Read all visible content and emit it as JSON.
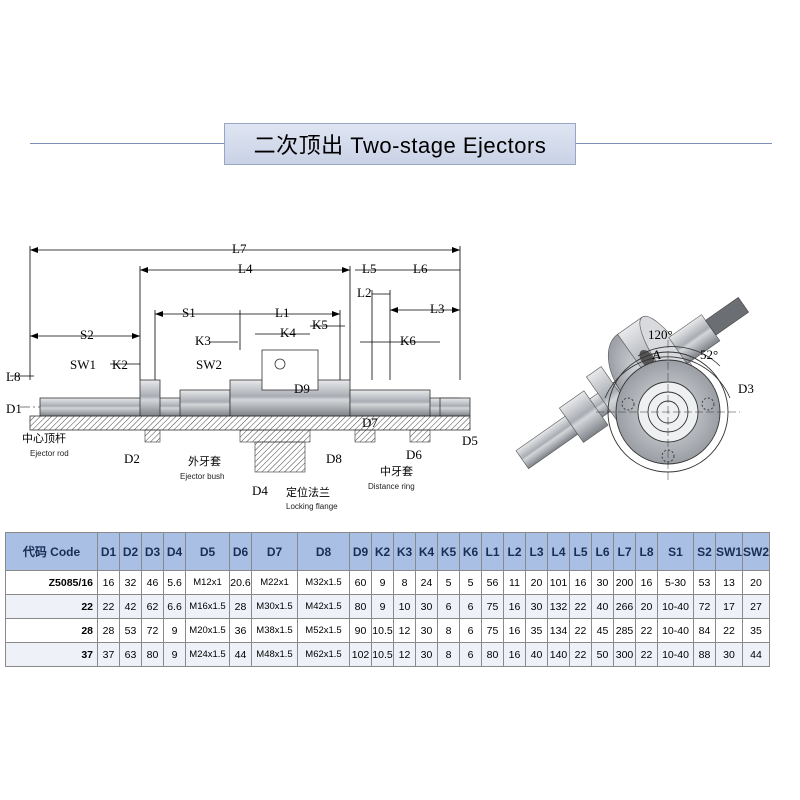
{
  "title": "二次顶出 Two-stage Ejectors",
  "drawing_labels": {
    "L7": "L7",
    "L4": "L4",
    "L5": "L5",
    "L6": "L6",
    "L2": "L2",
    "L3": "L3",
    "S1": "S1",
    "L1": "L1",
    "S2": "S2",
    "K3": "K3",
    "K4": "K4",
    "K5": "K5",
    "K6": "K6",
    "K2": "K2",
    "L8": "L8",
    "SW1": "SW1",
    "SW2": "SW2",
    "D1": "D1",
    "D9": "D9",
    "D7": "D7",
    "D6": "D6",
    "D5": "D5",
    "D2": "D2",
    "D4": "D4",
    "D8": "D8",
    "ejector_rod_cn": "中心顶杆",
    "ejector_rod_en": "Ejector rod",
    "ejector_bush_cn": "外牙套",
    "ejector_bush_en": "Ejector bush",
    "distance_ring_cn": "中牙套",
    "distance_ring_en": "Distance ring",
    "locking_flange_cn": "定位法兰",
    "locking_flange_en": "Locking flange",
    "angle_120": "120°",
    "angle_52": "52°",
    "A": "A",
    "D3": "D3"
  },
  "table": {
    "headers": [
      "代码 Code",
      "D1",
      "D2",
      "D3",
      "D4",
      "D5",
      "D6",
      "D7",
      "D8",
      "D9",
      "K2",
      "K3",
      "K4",
      "K5",
      "K6",
      "L1",
      "L2",
      "L3",
      "L4",
      "L5",
      "L6",
      "L7",
      "L8",
      "S1",
      "S2",
      "SW1",
      "SW2"
    ],
    "rows": [
      [
        "Z5085/16",
        "16",
        "32",
        "46",
        "5.6",
        "M12x1",
        "20.6",
        "M22x1",
        "M32x1.5",
        "60",
        "9",
        "8",
        "24",
        "5",
        "5",
        "56",
        "11",
        "20",
        "101",
        "16",
        "30",
        "200",
        "16",
        "5-30",
        "53",
        "13",
        "20"
      ],
      [
        "22",
        "22",
        "42",
        "62",
        "6.6",
        "M16x1.5",
        "28",
        "M30x1.5",
        "M42x1.5",
        "80",
        "9",
        "10",
        "30",
        "6",
        "6",
        "75",
        "16",
        "30",
        "132",
        "22",
        "40",
        "266",
        "20",
        "10-40",
        "72",
        "17",
        "27"
      ],
      [
        "28",
        "28",
        "53",
        "72",
        "9",
        "M20x1.5",
        "36",
        "M38x1.5",
        "M52x1.5",
        "90",
        "10.5",
        "12",
        "30",
        "8",
        "6",
        "75",
        "16",
        "35",
        "134",
        "22",
        "45",
        "285",
        "22",
        "10-40",
        "84",
        "22",
        "35"
      ],
      [
        "37",
        "37",
        "63",
        "80",
        "9",
        "M24x1.5",
        "44",
        "M48x1.5",
        "M62x1.5",
        "102",
        "10.5",
        "12",
        "30",
        "8",
        "6",
        "80",
        "16",
        "40",
        "140",
        "22",
        "50",
        "300",
        "22",
        "10-40",
        "88",
        "30",
        "44"
      ]
    ]
  },
  "colors": {
    "header_bg": "#a9c0e4",
    "title_bg": "#c9d2e6",
    "metal": "#b9bcc1"
  }
}
